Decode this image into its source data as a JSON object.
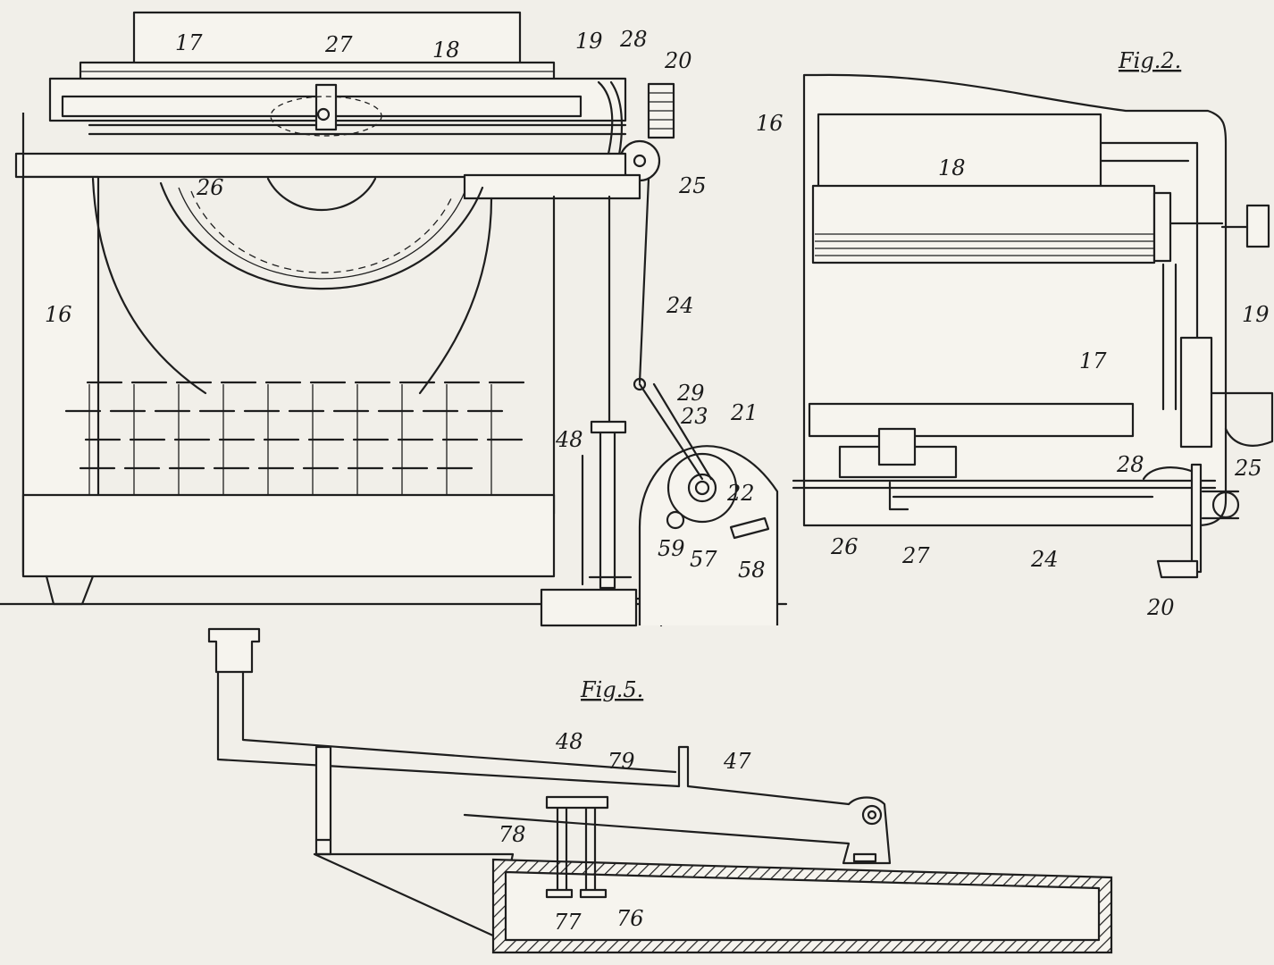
{
  "figures": {
    "fig2": {
      "title": "Fig.2."
    },
    "fig5": {
      "title": "Fig.5."
    }
  },
  "labels": {
    "l16": "16",
    "l17": "17",
    "l18": "18",
    "l19": "19",
    "l20": "20",
    "l21": "21",
    "l22": "22",
    "l23": "23",
    "l24": "24",
    "l25": "25",
    "l26": "26",
    "l27": "27",
    "l28": "28",
    "l29": "29",
    "l48": "48",
    "l57": "57",
    "l58": "58",
    "l59": "59",
    "r16": "16",
    "r17": "17",
    "r18": "18",
    "r19": "19",
    "r20": "20",
    "r24": "24",
    "r25": "25",
    "r26": "26",
    "r27": "27",
    "r28": "28",
    "b47": "47",
    "b48": "48",
    "b76": "76",
    "b77": "77",
    "b78": "78",
    "b79": "79"
  },
  "colors": {
    "paper": "#f1efe9",
    "ink": "#1e1e1e"
  }
}
